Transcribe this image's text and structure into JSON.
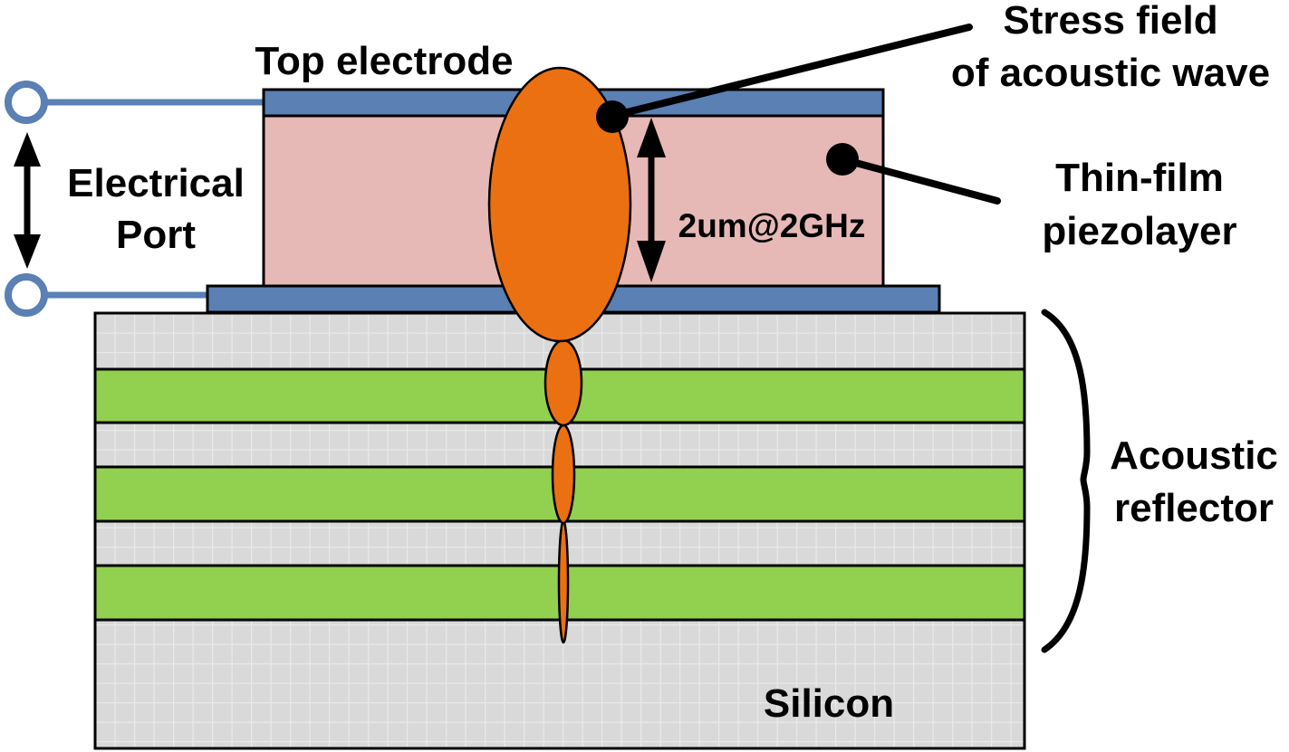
{
  "diagram": {
    "title": "Solidly mounted BAW resonator cross-section",
    "labels": {
      "top_electrode": "Top electrode",
      "electrical_port_line1": "Electrical",
      "electrical_port_line2": "Port",
      "stress_field_line1": "Stress field",
      "stress_field_line2": "of acoustic wave",
      "piezo_line1": "Thin-film",
      "piezo_line2": "piezolayer",
      "thickness": "2um@2GHz",
      "reflector_line1": "Acoustic",
      "reflector_line2": "reflector",
      "substrate": "Silicon"
    },
    "colors": {
      "electrode": "#5a80b4",
      "port_wire": "#5a80b4",
      "piezo": "#e6b8b6",
      "reflector_high": "#92d050",
      "reflector_low": "#d9d9d9",
      "grid": "#e8e8e8",
      "stress_field": "#eb7012",
      "outline": "#000000"
    },
    "reflector_layers": [
      "low",
      "high",
      "low",
      "high",
      "low",
      "high"
    ]
  }
}
